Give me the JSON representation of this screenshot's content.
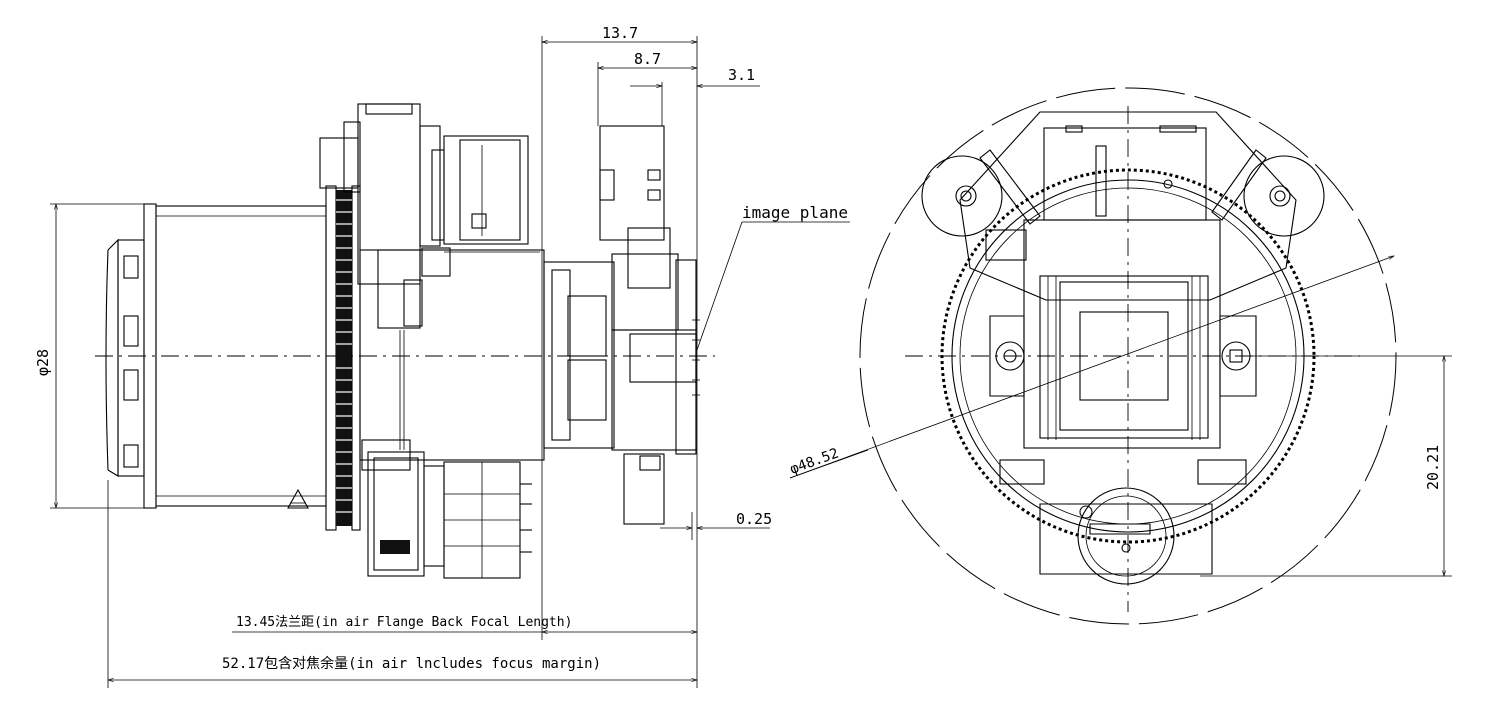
{
  "dimensions": {
    "top_total": "13.7",
    "top_mid": "8.7",
    "top_small": "3.1",
    "image_plane": "image plane",
    "diameter_lens": "φ28",
    "tolerance": "0.25",
    "flange_back": "13.45法兰距(in air Flange Back Focal Length)",
    "overall_length": "52.17包含对焦余量(in air lncludes focus margin)",
    "diameter_front": "φ48.52",
    "height_right": "20.21"
  },
  "colors": {
    "line": "#000000",
    "background": "#ffffff"
  }
}
